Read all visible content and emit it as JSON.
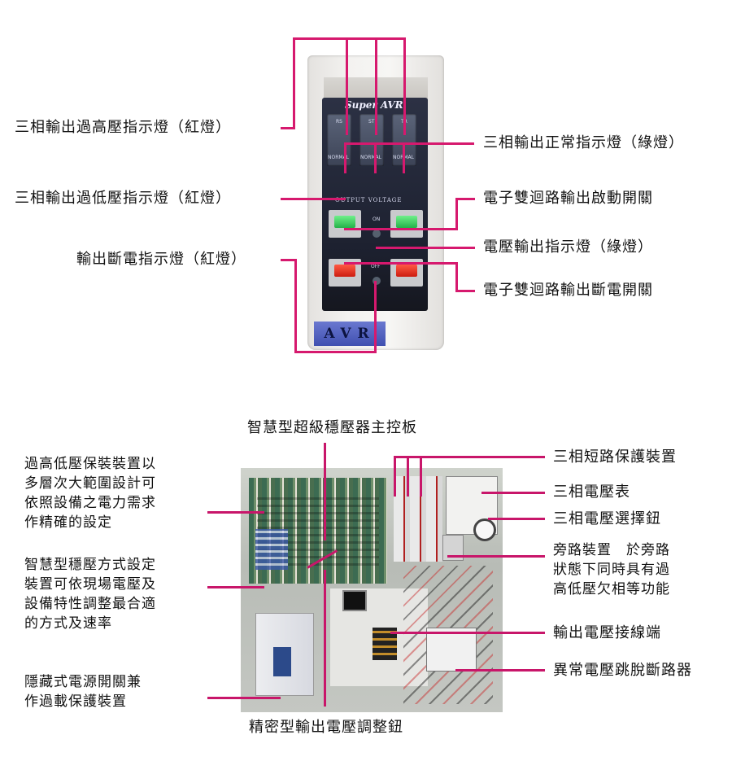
{
  "controller": {
    "brand": "Super AVR",
    "lamp_tags": [
      "RS",
      "ST",
      "TR"
    ],
    "lamp_normal": [
      "NORMAL",
      "NORMAL",
      "NORMAL"
    ],
    "output_voltage": "OUTPUT VOLTAGE",
    "on_label": "ON",
    "off_label": "OFF",
    "nameplate": "AVR"
  },
  "top_labels": {
    "over_voltage": "三相輸出過高壓指示燈（紅燈）",
    "under_voltage": "三相輸出過低壓指示燈（紅燈）",
    "power_off": "輸出斷電指示燈（紅燈）",
    "normal": "三相輸出正常指示燈（綠燈）",
    "dual_start": "電子雙迴路輸出啟動開關",
    "voltage_output": "電壓輸出指示燈（綠燈）",
    "dual_off": "電子雙迴路輸出斷電開關"
  },
  "bottom_labels": {
    "main_board": "智慧型超級穩壓器主控板",
    "protection": "過高低壓保裝裝置以\n多層次大範圍設計可\n依照設備之電力需求\n作精確的設定",
    "mode_setting": "智慧型穩壓方式設定\n裝置可依現場電壓及\n設備特性調整最合適\n的方式及速率",
    "hidden_switch": "隱藏式電源開關兼\n作過載保護裝置",
    "precision_knob": "精密型輸出電壓調整鈕",
    "short_circuit": "三相短路保護裝置",
    "meter": "三相電壓表",
    "selector": "三相電壓選擇鈕",
    "bypass": "旁路裝置　於旁路\n狀態下同時具有過\n高低壓欠相等功能",
    "terminal": "輸出電壓接線端",
    "trip_breaker": "異常電壓跳脫斷路器"
  },
  "colors": {
    "leader_line": "#d6196e",
    "green_lamp": "#2ecc55",
    "red_lamp": "#e23020"
  }
}
